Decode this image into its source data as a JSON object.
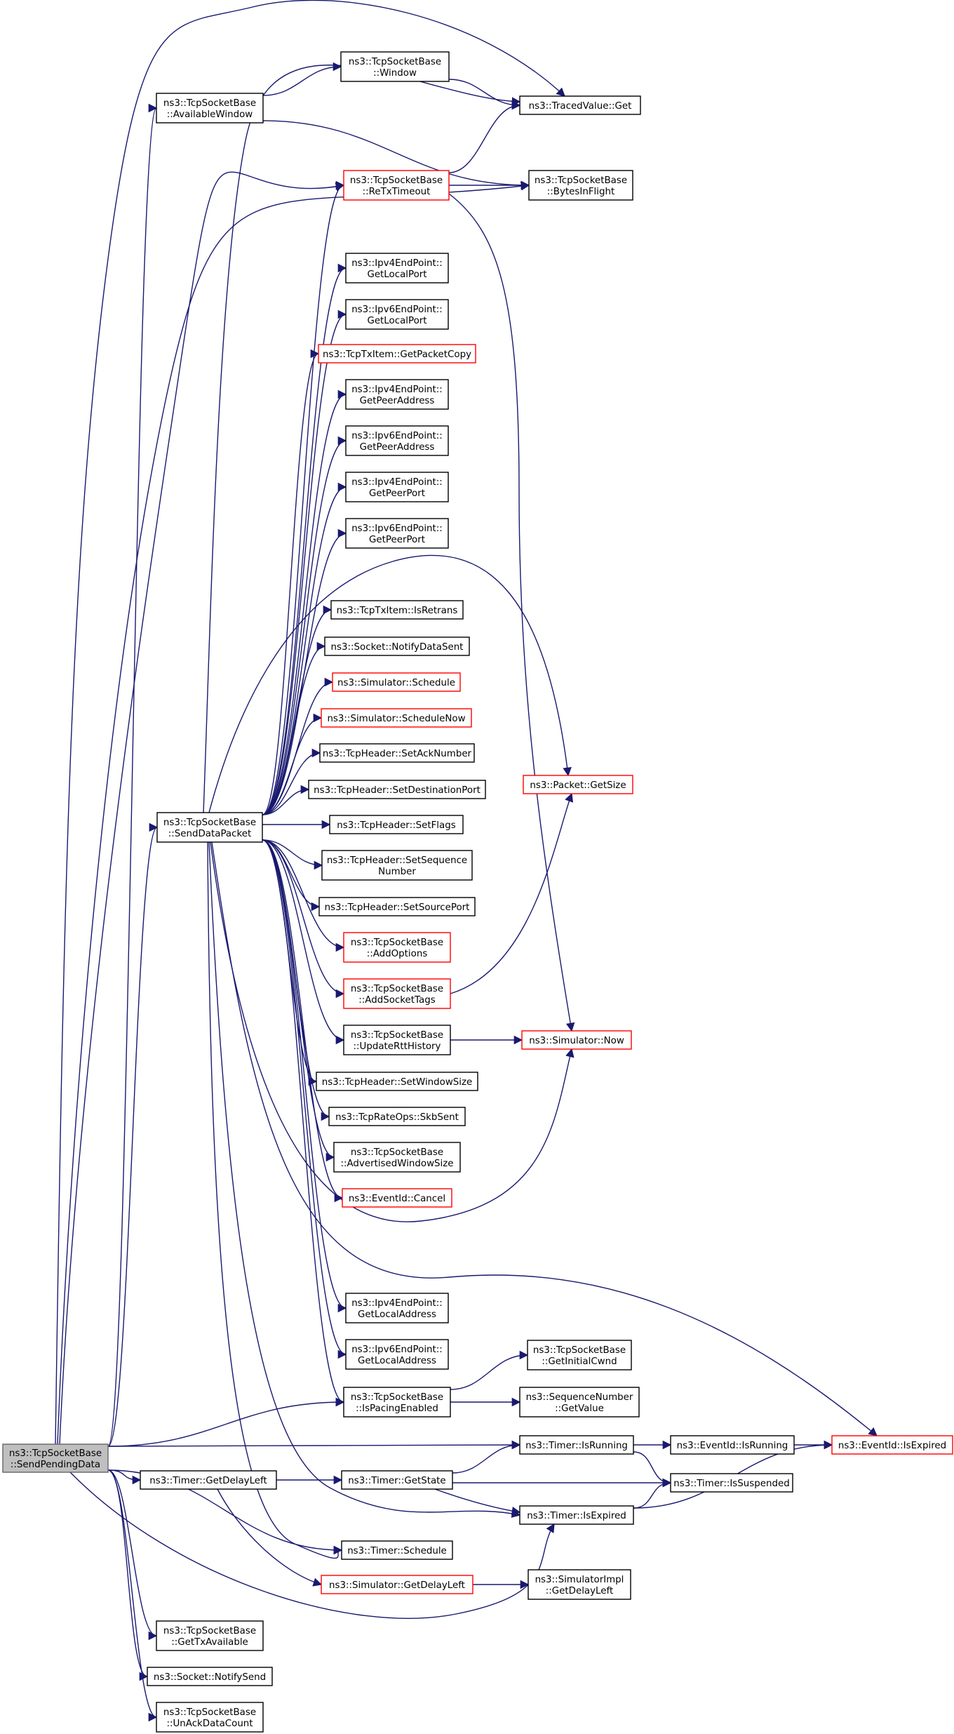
{
  "nodes": [
    {
      "id": "send_pending",
      "lines": [
        "ns3::TcpSocketBase",
        "::SendPendingData"
      ],
      "style": "root"
    },
    {
      "id": "available_window",
      "lines": [
        "ns3::TcpSocketBase",
        "::AvailableWindow"
      ],
      "style": "black"
    },
    {
      "id": "window",
      "lines": [
        "ns3::TcpSocketBase",
        "::Window"
      ],
      "style": "black"
    },
    {
      "id": "traced_get",
      "lines": [
        "ns3::TracedValue::Get"
      ],
      "style": "black"
    },
    {
      "id": "bytes_in_flight",
      "lines": [
        "ns3::TcpSocketBase",
        "::BytesInFlight"
      ],
      "style": "black"
    },
    {
      "id": "rtx_timeout",
      "lines": [
        "ns3::TcpSocketBase",
        "::ReTxTimeout"
      ],
      "style": "red"
    },
    {
      "id": "ipv4_local_port",
      "lines": [
        "ns3::Ipv4EndPoint::",
        "GetLocalPort"
      ],
      "style": "black"
    },
    {
      "id": "ipv6_local_port",
      "lines": [
        "ns3::Ipv6EndPoint::",
        "GetLocalPort"
      ],
      "style": "black"
    },
    {
      "id": "get_packet_copy",
      "lines": [
        "ns3::TcpTxItem::GetPacketCopy"
      ],
      "style": "red"
    },
    {
      "id": "ipv4_peer_addr",
      "lines": [
        "ns3::Ipv4EndPoint::",
        "GetPeerAddress"
      ],
      "style": "black"
    },
    {
      "id": "ipv6_peer_addr",
      "lines": [
        "ns3::Ipv6EndPoint::",
        "GetPeerAddress"
      ],
      "style": "black"
    },
    {
      "id": "ipv4_peer_port",
      "lines": [
        "ns3::Ipv4EndPoint::",
        "GetPeerPort"
      ],
      "style": "black"
    },
    {
      "id": "ipv6_peer_port",
      "lines": [
        "ns3::Ipv6EndPoint::",
        "GetPeerPort"
      ],
      "style": "black"
    },
    {
      "id": "is_retrans",
      "lines": [
        "ns3::TcpTxItem::IsRetrans"
      ],
      "style": "black"
    },
    {
      "id": "notify_data_sent",
      "lines": [
        "ns3::Socket::NotifyDataSent"
      ],
      "style": "black"
    },
    {
      "id": "sim_schedule",
      "lines": [
        "ns3::Simulator::Schedule"
      ],
      "style": "red"
    },
    {
      "id": "sim_schedule_now",
      "lines": [
        "ns3::Simulator::ScheduleNow"
      ],
      "style": "red"
    },
    {
      "id": "set_ack_number",
      "lines": [
        "ns3::TcpHeader::SetAckNumber"
      ],
      "style": "black"
    },
    {
      "id": "set_dest_port",
      "lines": [
        "ns3::TcpHeader::SetDestinationPort"
      ],
      "style": "black"
    },
    {
      "id": "packet_get_size",
      "lines": [
        "ns3::Packet::GetSize"
      ],
      "style": "red"
    },
    {
      "id": "send_data_packet",
      "lines": [
        "ns3::TcpSocketBase",
        "::SendDataPacket"
      ],
      "style": "black"
    },
    {
      "id": "set_flags",
      "lines": [
        "ns3::TcpHeader::SetFlags"
      ],
      "style": "black"
    },
    {
      "id": "set_sequence",
      "lines": [
        "ns3::TcpHeader::SetSequence",
        "Number"
      ],
      "style": "black"
    },
    {
      "id": "set_source_port",
      "lines": [
        "ns3::TcpHeader::SetSourcePort"
      ],
      "style": "black"
    },
    {
      "id": "add_options",
      "lines": [
        "ns3::TcpSocketBase",
        "::AddOptions"
      ],
      "style": "red"
    },
    {
      "id": "add_socket_tags",
      "lines": [
        "ns3::TcpSocketBase",
        "::AddSocketTags"
      ],
      "style": "red"
    },
    {
      "id": "update_rtt",
      "lines": [
        "ns3::TcpSocketBase",
        "::UpdateRttHistory"
      ],
      "style": "black"
    },
    {
      "id": "sim_now",
      "lines": [
        "ns3::Simulator::Now"
      ],
      "style": "red"
    },
    {
      "id": "set_window_size",
      "lines": [
        "ns3::TcpHeader::SetWindowSize"
      ],
      "style": "black"
    },
    {
      "id": "skb_sent",
      "lines": [
        "ns3::TcpRateOps::SkbSent"
      ],
      "style": "black"
    },
    {
      "id": "adv_window_size",
      "lines": [
        "ns3::TcpSocketBase",
        "::AdvertisedWindowSize"
      ],
      "style": "black"
    },
    {
      "id": "event_cancel",
      "lines": [
        "ns3::EventId::Cancel"
      ],
      "style": "red"
    },
    {
      "id": "ipv4_local_addr",
      "lines": [
        "ns3::Ipv4EndPoint::",
        "GetLocalAddress"
      ],
      "style": "black"
    },
    {
      "id": "ipv6_local_addr",
      "lines": [
        "ns3::Ipv6EndPoint::",
        "GetLocalAddress"
      ],
      "style": "black"
    },
    {
      "id": "get_initial_cwnd",
      "lines": [
        "ns3::TcpSocketBase",
        "::GetInitialCwnd"
      ],
      "style": "black"
    },
    {
      "id": "is_pacing_enabled",
      "lines": [
        "ns3::TcpSocketBase",
        "::IsPacingEnabled"
      ],
      "style": "black"
    },
    {
      "id": "seq_get_value",
      "lines": [
        "ns3::SequenceNumber",
        "::GetValue"
      ],
      "style": "black"
    },
    {
      "id": "timer_is_running",
      "lines": [
        "ns3::Timer::IsRunning"
      ],
      "style": "black"
    },
    {
      "id": "event_is_running",
      "lines": [
        "ns3::EventId::IsRunning"
      ],
      "style": "black"
    },
    {
      "id": "event_is_expired",
      "lines": [
        "ns3::EventId::IsExpired"
      ],
      "style": "red"
    },
    {
      "id": "timer_get_delay_left",
      "lines": [
        "ns3::Timer::GetDelayLeft"
      ],
      "style": "black"
    },
    {
      "id": "timer_get_state",
      "lines": [
        "ns3::Timer::GetState"
      ],
      "style": "black"
    },
    {
      "id": "timer_is_suspended",
      "lines": [
        "ns3::Timer::IsSuspended"
      ],
      "style": "black"
    },
    {
      "id": "timer_is_expired",
      "lines": [
        "ns3::Timer::IsExpired"
      ],
      "style": "black"
    },
    {
      "id": "timer_schedule",
      "lines": [
        "ns3::Timer::Schedule"
      ],
      "style": "black"
    },
    {
      "id": "sim_get_delay_left",
      "lines": [
        "ns3::Simulator::GetDelayLeft"
      ],
      "style": "red"
    },
    {
      "id": "simimpl_get_delay_left",
      "lines": [
        "ns3::SimulatorImpl",
        "::GetDelayLeft"
      ],
      "style": "black"
    },
    {
      "id": "get_tx_available",
      "lines": [
        "ns3::TcpSocketBase",
        "::GetTxAvailable"
      ],
      "style": "black"
    },
    {
      "id": "notify_send",
      "lines": [
        "ns3::Socket::NotifySend"
      ],
      "style": "black"
    },
    {
      "id": "unack_data_count",
      "lines": [
        "ns3::TcpSocketBase",
        "::UnAckDataCount"
      ],
      "style": "black"
    }
  ],
  "edges": [
    [
      "send_pending",
      "traced_get"
    ],
    [
      "send_pending",
      "available_window"
    ],
    [
      "send_pending",
      "rtx_timeout"
    ],
    [
      "send_pending",
      "bytes_in_flight"
    ],
    [
      "send_pending",
      "send_data_packet"
    ],
    [
      "send_pending",
      "is_pacing_enabled"
    ],
    [
      "send_pending",
      "timer_is_running"
    ],
    [
      "send_pending",
      "timer_get_delay_left"
    ],
    [
      "send_pending",
      "timer_schedule"
    ],
    [
      "send_pending",
      "timer_is_expired"
    ],
    [
      "send_pending",
      "get_tx_available"
    ],
    [
      "send_pending",
      "notify_send"
    ],
    [
      "send_pending",
      "unack_data_count"
    ],
    [
      "available_window",
      "window"
    ],
    [
      "available_window",
      "bytes_in_flight"
    ],
    [
      "window",
      "traced_get"
    ],
    [
      "rtx_timeout",
      "traced_get"
    ],
    [
      "rtx_timeout",
      "bytes_in_flight"
    ],
    [
      "rtx_timeout",
      "sim_now"
    ],
    [
      "send_data_packet",
      "traced_get"
    ],
    [
      "send_data_packet",
      "rtx_timeout"
    ],
    [
      "send_data_packet",
      "ipv4_local_port"
    ],
    [
      "send_data_packet",
      "ipv6_local_port"
    ],
    [
      "send_data_packet",
      "get_packet_copy"
    ],
    [
      "send_data_packet",
      "ipv4_peer_addr"
    ],
    [
      "send_data_packet",
      "ipv6_peer_addr"
    ],
    [
      "send_data_packet",
      "ipv4_peer_port"
    ],
    [
      "send_data_packet",
      "ipv6_peer_port"
    ],
    [
      "send_data_packet",
      "packet_get_size"
    ],
    [
      "send_data_packet",
      "is_retrans"
    ],
    [
      "send_data_packet",
      "notify_data_sent"
    ],
    [
      "send_data_packet",
      "sim_schedule"
    ],
    [
      "send_data_packet",
      "sim_schedule_now"
    ],
    [
      "send_data_packet",
      "set_ack_number"
    ],
    [
      "send_data_packet",
      "set_dest_port"
    ],
    [
      "send_data_packet",
      "set_flags"
    ],
    [
      "send_data_packet",
      "set_sequence"
    ],
    [
      "send_data_packet",
      "set_source_port"
    ],
    [
      "send_data_packet",
      "add_options"
    ],
    [
      "send_data_packet",
      "add_socket_tags"
    ],
    [
      "send_data_packet",
      "update_rtt"
    ],
    [
      "send_data_packet",
      "set_window_size"
    ],
    [
      "send_data_packet",
      "skb_sent"
    ],
    [
      "send_data_packet",
      "adv_window_size"
    ],
    [
      "send_data_packet",
      "event_cancel"
    ],
    [
      "send_data_packet",
      "sim_now"
    ],
    [
      "send_data_packet",
      "event_is_expired"
    ],
    [
      "send_data_packet",
      "ipv4_local_addr"
    ],
    [
      "send_data_packet",
      "ipv6_local_addr"
    ],
    [
      "send_data_packet",
      "is_pacing_enabled"
    ],
    [
      "send_data_packet",
      "timer_is_expired"
    ],
    [
      "send_data_packet",
      "timer_schedule"
    ],
    [
      "add_socket_tags",
      "packet_get_size"
    ],
    [
      "update_rtt",
      "sim_now"
    ],
    [
      "is_pacing_enabled",
      "get_initial_cwnd"
    ],
    [
      "is_pacing_enabled",
      "seq_get_value"
    ],
    [
      "timer_is_running",
      "event_is_running"
    ],
    [
      "timer_is_running",
      "timer_is_suspended"
    ],
    [
      "event_is_running",
      "event_is_expired"
    ],
    [
      "timer_get_delay_left",
      "timer_get_state"
    ],
    [
      "timer_get_delay_left",
      "sim_get_delay_left"
    ],
    [
      "timer_get_state",
      "timer_is_running"
    ],
    [
      "timer_get_state",
      "timer_is_suspended"
    ],
    [
      "timer_get_state",
      "timer_is_expired"
    ],
    [
      "timer_is_expired",
      "timer_is_suspended"
    ],
    [
      "timer_is_expired",
      "event_is_expired"
    ],
    [
      "sim_get_delay_left",
      "simimpl_get_delay_left"
    ]
  ]
}
